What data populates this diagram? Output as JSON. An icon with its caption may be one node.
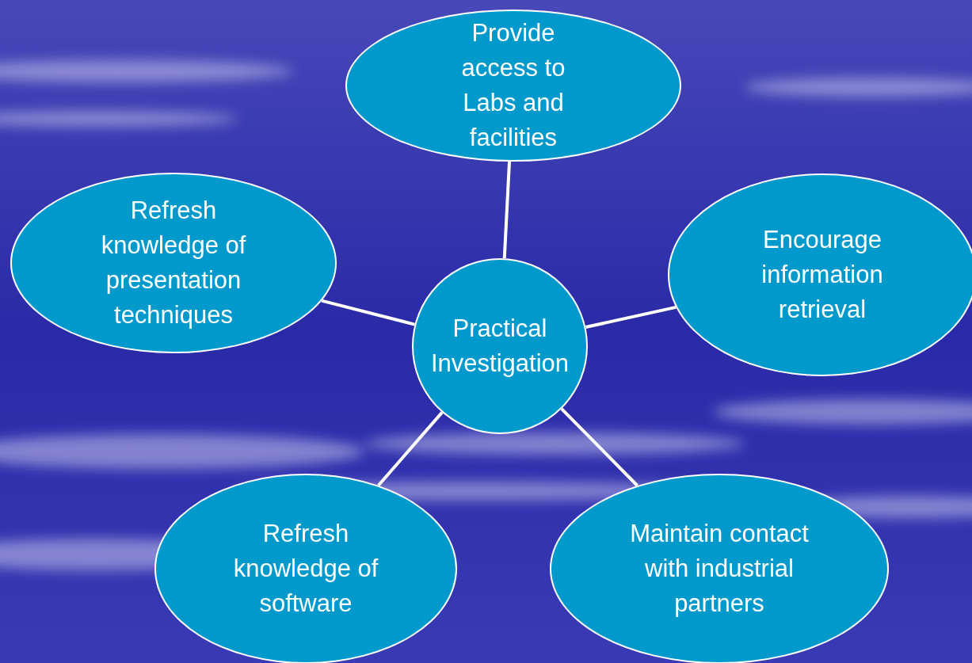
{
  "diagram": {
    "nodes": [
      {
        "text": [
          "Provide access to Labs and facilities"
        ]
      },
      {
        "text": [
          "Refresh knowledge of presentation techniques"
        ]
      },
      {
        "text": [
          "Encourage information retrieval"
        ]
      },
      {
        "text": [
          "Practical Investigation"
        ]
      },
      {
        "text": [
          "Refresh knowledge of software"
        ]
      },
      {
        "text": [
          "Maintain contact with industrial partners"
        ]
      }
    ],
    "edges": [
      {
        "from": 3,
        "to": 0,
        "arrow": "none"
      },
      {
        "from": 3,
        "to": 1,
        "arrow": "none"
      },
      {
        "from": 3,
        "to": 2,
        "arrow": "none"
      },
      {
        "from": 3,
        "to": 4,
        "arrow": "none"
      },
      {
        "from": 3,
        "to": 5,
        "arrow": "none"
      }
    ]
  }
}
